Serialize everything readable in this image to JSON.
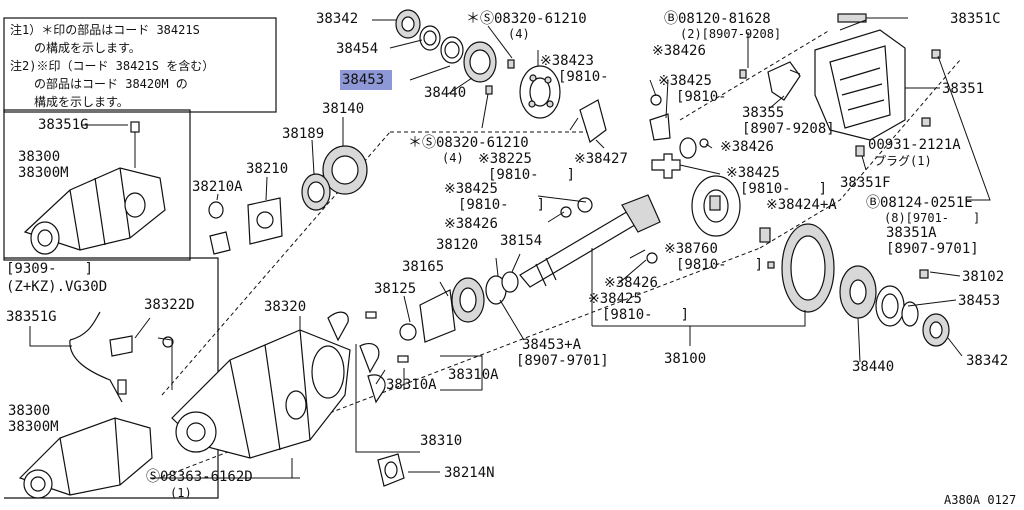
{
  "notes": [
    "注1）＊印の部品はコード 38421S",
    "　　の構成を示します。",
    "注2)※印（コード 38421S を含む）",
    "　　の部品はコード 38420M の",
    "　　構成を示します。"
  ],
  "labels": {
    "p38342a": "38342",
    "p38454": "38454",
    "p38453a": "38453",
    "p38140": "38140",
    "p38440a": "38440",
    "p38189": "38189",
    "p38210": "38210",
    "p38210A": "38210A",
    "s08320a": "＊Ⓢ08320-61210",
    "s08320a_q": "(4)",
    "p38423": "※38423",
    "p38423_r": "[9810-",
    "s08320b": "＊Ⓢ08320-61210",
    "s08320b_q": "(4)",
    "p38225": "※38225",
    "p38225_r": "[9810-　　]",
    "p38427": "※38427",
    "b08120": "Ⓑ08120-81628",
    "b08120_q": "(2)[8907-9208]",
    "p38426a": "※38426",
    "p38425a": "※38425",
    "p38425a_r": "[9810-",
    "p38355": "38355",
    "p38355_r": "[8907-9208]",
    "p38426b": "※38426",
    "p38425b": "※38425",
    "p38425b_r": "[9810-　　]",
    "p38351C": "38351C",
    "p38351": "38351",
    "p00931": "00931-2121A",
    "p00931_sub": "プラグ(1)",
    "p38351F": "38351F",
    "p38425c": "※38425",
    "p38425c_r": "[9810-　　]",
    "p38426c": "※38426",
    "p38424A": "※38424+A",
    "b08124": "Ⓑ08124-0251E",
    "b08124_q": "(8)[9701-　　]",
    "p38351A": "38351A",
    "p38351A_r": "[8907-9701]",
    "p38120": "38120",
    "p38154": "38154",
    "p38760": "※38760",
    "p38760_r": "[9810-　　]",
    "p38165": "38165",
    "p38426d": "※38426",
    "p38125": "38125",
    "p38425d": "※38425",
    "p38425d_r": "[9810-　　]",
    "p38102": "38102",
    "p38453b": "38453",
    "p38453A": "38453+A",
    "p38453A_r": "[8907-9701]",
    "p38100": "38100",
    "p38440b": "38440",
    "p38342b": "38342",
    "p38351G_top": "38351G",
    "p38300_top": "38300",
    "p38300M_top": "38300M",
    "variant_range": "[9309-　　]",
    "variant_model": "(Z+KZ).VG30D",
    "p38322D": "38322D",
    "p38320": "38320",
    "p38351G_bot": "38351G",
    "p38310A_a": "38310A",
    "p38310A_b": "38310A",
    "p38310": "38310",
    "p38300_bot": "38300",
    "p38300M_bot": "38300M",
    "s08363": "Ⓢ08363-6162D",
    "s08363_q": "(1)",
    "p38214N": "38214N",
    "figure_code": "A380A 0127"
  },
  "highlight": {
    "part": "38453",
    "color": "#8e98d6"
  }
}
